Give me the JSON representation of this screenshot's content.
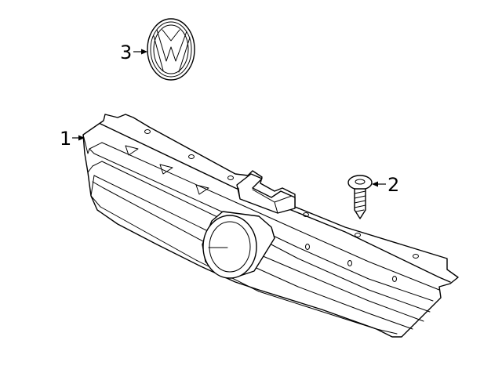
{
  "callouts": [
    {
      "id": "grille",
      "label": "1"
    },
    {
      "id": "screw",
      "label": "2"
    },
    {
      "id": "emblem",
      "label": "3"
    }
  ],
  "colors": {
    "line": "#000000",
    "background": "#ffffff"
  },
  "icons": {
    "emblem": "vw-roundel-emblem",
    "screw": "tapping-screw",
    "grille": "radiator-grille"
  }
}
